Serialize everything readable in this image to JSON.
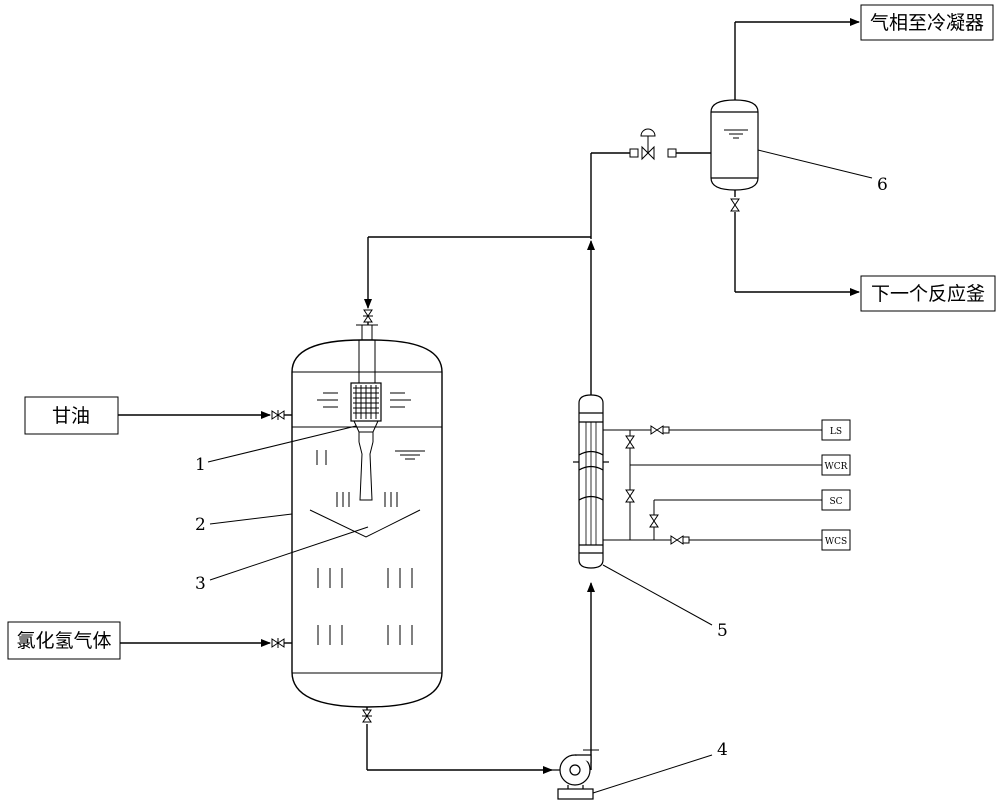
{
  "labels": {
    "glycerol": "甘油",
    "hcl_gas": "氯化氢气体",
    "vapor_to_condenser": "气相至冷凝器",
    "next_reactor": "下一个反应釜"
  },
  "callouts": {
    "n1": "1",
    "n2": "2",
    "n3": "3",
    "n4": "4",
    "n5": "5",
    "n6": "6"
  },
  "instruments": {
    "ls": "LS",
    "wcr": "WCR",
    "sc": "SC",
    "wcs": "WCS"
  }
}
